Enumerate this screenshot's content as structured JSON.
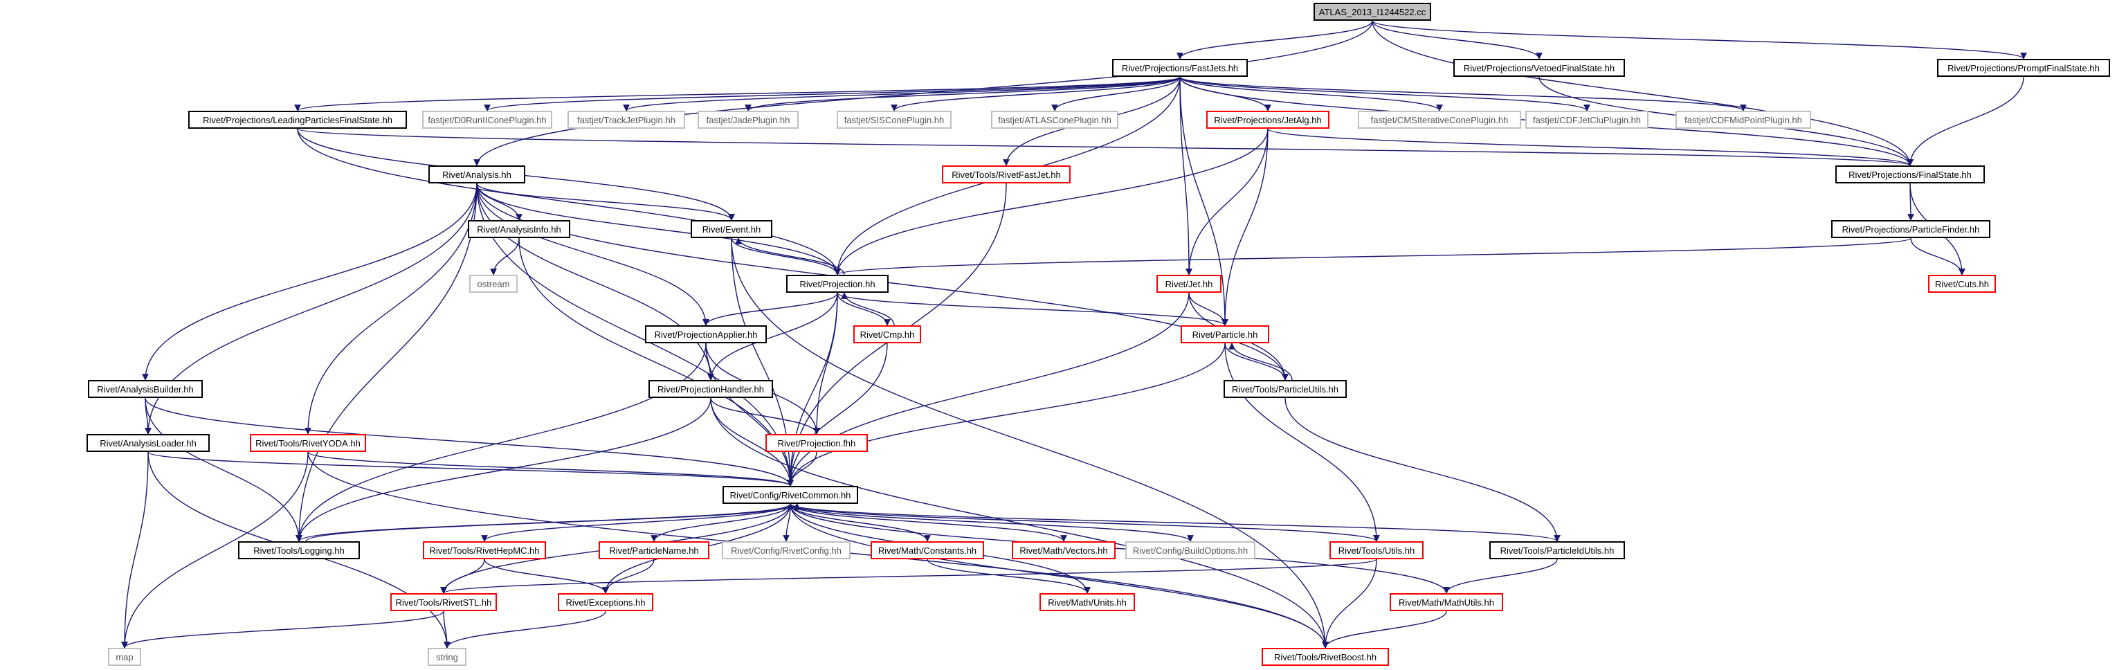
{
  "diagram": {
    "nodes": [
      {
        "id": "root",
        "label": "ATLAS_2013_I1244522.cc",
        "style": "root"
      },
      {
        "id": "fastjets",
        "label": "Rivet/Projections/FastJets.hh",
        "style": "normal"
      },
      {
        "id": "vetoed",
        "label": "Rivet/Projections/VetoedFinalState.hh",
        "style": "normal"
      },
      {
        "id": "prompt",
        "label": "Rivet/Projections/PromptFinalState.hh",
        "style": "normal"
      },
      {
        "id": "leading",
        "label": "Rivet/Projections/LeadingParticlesFinalState.hh",
        "style": "normal"
      },
      {
        "id": "d0",
        "label": "fastjet/D0RunIIConePlugin.hh",
        "style": "grey"
      },
      {
        "id": "trackjet",
        "label": "fastjet/TrackJetPlugin.hh",
        "style": "grey"
      },
      {
        "id": "jade",
        "label": "fastjet/JadePlugin.hh",
        "style": "grey"
      },
      {
        "id": "siscone",
        "label": "fastjet/SISConePlugin.hh",
        "style": "grey"
      },
      {
        "id": "atlascone",
        "label": "fastjet/ATLASConePlugin.hh",
        "style": "grey"
      },
      {
        "id": "jetalg",
        "label": "Rivet/Projections/JetAlg.hh",
        "style": "red"
      },
      {
        "id": "cmsit",
        "label": "fastjet/CMSIterativeConePlugin.hh",
        "style": "grey"
      },
      {
        "id": "cdfclu",
        "label": "fastjet/CDFJetCluPlugin.hh",
        "style": "grey"
      },
      {
        "id": "cdfmid",
        "label": "fastjet/CDFMidPointPlugin.hh",
        "style": "grey"
      },
      {
        "id": "analysis",
        "label": "Rivet/Analysis.hh",
        "style": "normal"
      },
      {
        "id": "rivetfastjet",
        "label": "Rivet/Tools/RivetFastJet.hh",
        "style": "red"
      },
      {
        "id": "finalstate",
        "label": "Rivet/Projections/FinalState.hh",
        "style": "normal"
      },
      {
        "id": "event",
        "label": "Rivet/Event.hh",
        "style": "normal"
      },
      {
        "id": "analysisinfo",
        "label": "Rivet/AnalysisInfo.hh",
        "style": "normal"
      },
      {
        "id": "partfinder",
        "label": "Rivet/Projections/ParticleFinder.hh",
        "style": "normal"
      },
      {
        "id": "ostream",
        "label": "ostream",
        "style": "grey"
      },
      {
        "id": "projection",
        "label": "Rivet/Projection.hh",
        "style": "normal"
      },
      {
        "id": "jet",
        "label": "Rivet/Jet.hh",
        "style": "red"
      },
      {
        "id": "cuts",
        "label": "Rivet/Cuts.hh",
        "style": "red"
      },
      {
        "id": "projapplier",
        "label": "Rivet/ProjectionApplier.hh",
        "style": "normal"
      },
      {
        "id": "cmp",
        "label": "Rivet/Cmp.hh",
        "style": "red"
      },
      {
        "id": "particle",
        "label": "Rivet/Particle.hh",
        "style": "red"
      },
      {
        "id": "analysisbuilder",
        "label": "Rivet/AnalysisBuilder.hh",
        "style": "normal"
      },
      {
        "id": "projhandler",
        "label": "Rivet/ProjectionHandler.hh",
        "style": "normal"
      },
      {
        "id": "particleutils",
        "label": "Rivet/Tools/ParticleUtils.hh",
        "style": "normal"
      },
      {
        "id": "analysisloader",
        "label": "Rivet/AnalysisLoader.hh",
        "style": "normal"
      },
      {
        "id": "rivetyoda",
        "label": "Rivet/Tools/RivetYODA.hh",
        "style": "red"
      },
      {
        "id": "projfhh",
        "label": "Rivet/Projection.fhh",
        "style": "red"
      },
      {
        "id": "rivetcommon",
        "label": "Rivet/Config/RivetCommon.hh",
        "style": "normal"
      },
      {
        "id": "logging",
        "label": "Rivet/Tools/Logging.hh",
        "style": "normal"
      },
      {
        "id": "hepmc",
        "label": "Rivet/Tools/RivetHepMC.hh",
        "style": "red"
      },
      {
        "id": "particlename",
        "label": "Rivet/ParticleName.hh",
        "style": "red"
      },
      {
        "id": "rivetconfig",
        "label": "Rivet/Config/RivetConfig.hh",
        "style": "grey"
      },
      {
        "id": "constants",
        "label": "Rivet/Math/Constants.hh",
        "style": "red"
      },
      {
        "id": "vectors",
        "label": "Rivet/Math/Vectors.hh",
        "style": "red"
      },
      {
        "id": "buildoptions",
        "label": "Rivet/Config/BuildOptions.hh",
        "style": "grey"
      },
      {
        "id": "utils",
        "label": "Rivet/Tools/Utils.hh",
        "style": "red"
      },
      {
        "id": "pidutils",
        "label": "Rivet/Tools/ParticleIdUtils.hh",
        "style": "normal"
      },
      {
        "id": "rivetstl",
        "label": "Rivet/Tools/RivetSTL.hh",
        "style": "red"
      },
      {
        "id": "exceptions",
        "label": "Rivet/Exceptions.hh",
        "style": "red"
      },
      {
        "id": "units",
        "label": "Rivet/Math/Units.hh",
        "style": "red"
      },
      {
        "id": "mathutils",
        "label": "Rivet/Math/MathUtils.hh",
        "style": "red"
      },
      {
        "id": "map",
        "label": "map",
        "style": "grey"
      },
      {
        "id": "string",
        "label": "string",
        "style": "grey"
      },
      {
        "id": "boost",
        "label": "Rivet/Tools/RivetBoost.hh",
        "style": "red"
      }
    ],
    "edges": [
      [
        "root",
        "fastjets"
      ],
      [
        "root",
        "vetoed"
      ],
      [
        "root",
        "prompt"
      ],
      [
        "root",
        "analysis"
      ],
      [
        "root",
        "finalstate"
      ],
      [
        "fastjets",
        "leading"
      ],
      [
        "fastjets",
        "d0"
      ],
      [
        "fastjets",
        "trackjet"
      ],
      [
        "fastjets",
        "jade"
      ],
      [
        "fastjets",
        "siscone"
      ],
      [
        "fastjets",
        "atlascone"
      ],
      [
        "fastjets",
        "jetalg"
      ],
      [
        "fastjets",
        "cmsit"
      ],
      [
        "fastjets",
        "cdfclu"
      ],
      [
        "fastjets",
        "cdfmid"
      ],
      [
        "fastjets",
        "rivetfastjet"
      ],
      [
        "fastjets",
        "finalstate"
      ],
      [
        "fastjets",
        "projection"
      ],
      [
        "fastjets",
        "jet"
      ],
      [
        "fastjets",
        "particle"
      ],
      [
        "vetoed",
        "finalstate"
      ],
      [
        "prompt",
        "finalstate"
      ],
      [
        "leading",
        "finalstate"
      ],
      [
        "leading",
        "event"
      ],
      [
        "leading",
        "projection"
      ],
      [
        "jetalg",
        "finalstate"
      ],
      [
        "jetalg",
        "projection"
      ],
      [
        "jetalg",
        "jet"
      ],
      [
        "jetalg",
        "particle"
      ],
      [
        "rivetfastjet",
        "rivetcommon"
      ],
      [
        "finalstate",
        "partfinder"
      ],
      [
        "finalstate",
        "cuts"
      ],
      [
        "partfinder",
        "projection"
      ],
      [
        "partfinder",
        "cuts"
      ],
      [
        "analysis",
        "event"
      ],
      [
        "analysis",
        "analysisinfo"
      ],
      [
        "analysis",
        "projection"
      ],
      [
        "analysis",
        "projapplier"
      ],
      [
        "analysis",
        "projhandler"
      ],
      [
        "analysis",
        "analysisbuilder"
      ],
      [
        "analysis",
        "analysisloader"
      ],
      [
        "analysis",
        "rivetyoda"
      ],
      [
        "analysis",
        "rivetcommon"
      ],
      [
        "analysis",
        "logging"
      ],
      [
        "analysis",
        "particleutils"
      ],
      [
        "analysisinfo",
        "ostream"
      ],
      [
        "analysisinfo",
        "rivetcommon"
      ],
      [
        "event",
        "projection"
      ],
      [
        "event",
        "rivetcommon"
      ],
      [
        "event",
        "boost"
      ],
      [
        "projection",
        "event"
      ],
      [
        "projection",
        "projapplier"
      ],
      [
        "projection",
        "projhandler"
      ],
      [
        "projection",
        "cmp"
      ],
      [
        "projection",
        "projfhh"
      ],
      [
        "projection",
        "rivetcommon"
      ],
      [
        "projection",
        "particle"
      ],
      [
        "cmp",
        "projection"
      ],
      [
        "cmp",
        "rivetcommon"
      ],
      [
        "jet",
        "particle"
      ],
      [
        "jet",
        "particleutils"
      ],
      [
        "jet",
        "rivetcommon"
      ],
      [
        "particle",
        "particleutils"
      ],
      [
        "particle",
        "rivetcommon"
      ],
      [
        "particle",
        "utils"
      ],
      [
        "particleutils",
        "particle"
      ],
      [
        "particleutils",
        "pidutils"
      ],
      [
        "projapplier",
        "projhandler"
      ],
      [
        "projapplier",
        "projfhh"
      ],
      [
        "projapplier",
        "rivetcommon"
      ],
      [
        "projapplier",
        "logging"
      ],
      [
        "projhandler",
        "projfhh"
      ],
      [
        "projhandler",
        "rivetcommon"
      ],
      [
        "projhandler",
        "logging"
      ],
      [
        "projhandler",
        "boost"
      ],
      [
        "projfhh",
        "rivetcommon"
      ],
      [
        "analysisbuilder",
        "analysisloader"
      ],
      [
        "analysisbuilder",
        "logging"
      ],
      [
        "analysisbuilder",
        "rivetcommon"
      ],
      [
        "analysisloader",
        "rivetcommon"
      ],
      [
        "analysisloader",
        "map"
      ],
      [
        "analysisloader",
        "string"
      ],
      [
        "rivetyoda",
        "rivetcommon"
      ],
      [
        "rivetyoda",
        "map"
      ],
      [
        "rivetyoda",
        "boost"
      ],
      [
        "rivetcommon",
        "logging"
      ],
      [
        "rivetcommon",
        "hepmc"
      ],
      [
        "rivetcommon",
        "particlename"
      ],
      [
        "rivetcommon",
        "rivetconfig"
      ],
      [
        "rivetcommon",
        "constants"
      ],
      [
        "rivetcommon",
        "vectors"
      ],
      [
        "rivetcommon",
        "buildoptions"
      ],
      [
        "rivetcommon",
        "utils"
      ],
      [
        "rivetcommon",
        "pidutils"
      ],
      [
        "rivetcommon",
        "rivetstl"
      ],
      [
        "rivetcommon",
        "exceptions"
      ],
      [
        "rivetcommon",
        "units"
      ],
      [
        "rivetcommon",
        "mathutils"
      ],
      [
        "rivetcommon",
        "boost"
      ],
      [
        "logging",
        "rivetcommon"
      ],
      [
        "hepmc",
        "rivetstl"
      ],
      [
        "hepmc",
        "exceptions"
      ],
      [
        "particlename",
        "exceptions"
      ],
      [
        "constants",
        "units"
      ],
      [
        "utils",
        "rivetstl"
      ],
      [
        "utils",
        "boost"
      ],
      [
        "pidutils",
        "mathutils"
      ],
      [
        "rivetstl",
        "map"
      ],
      [
        "rivetstl",
        "string"
      ],
      [
        "exceptions",
        "string"
      ],
      [
        "mathutils",
        "boost"
      ]
    ]
  }
}
